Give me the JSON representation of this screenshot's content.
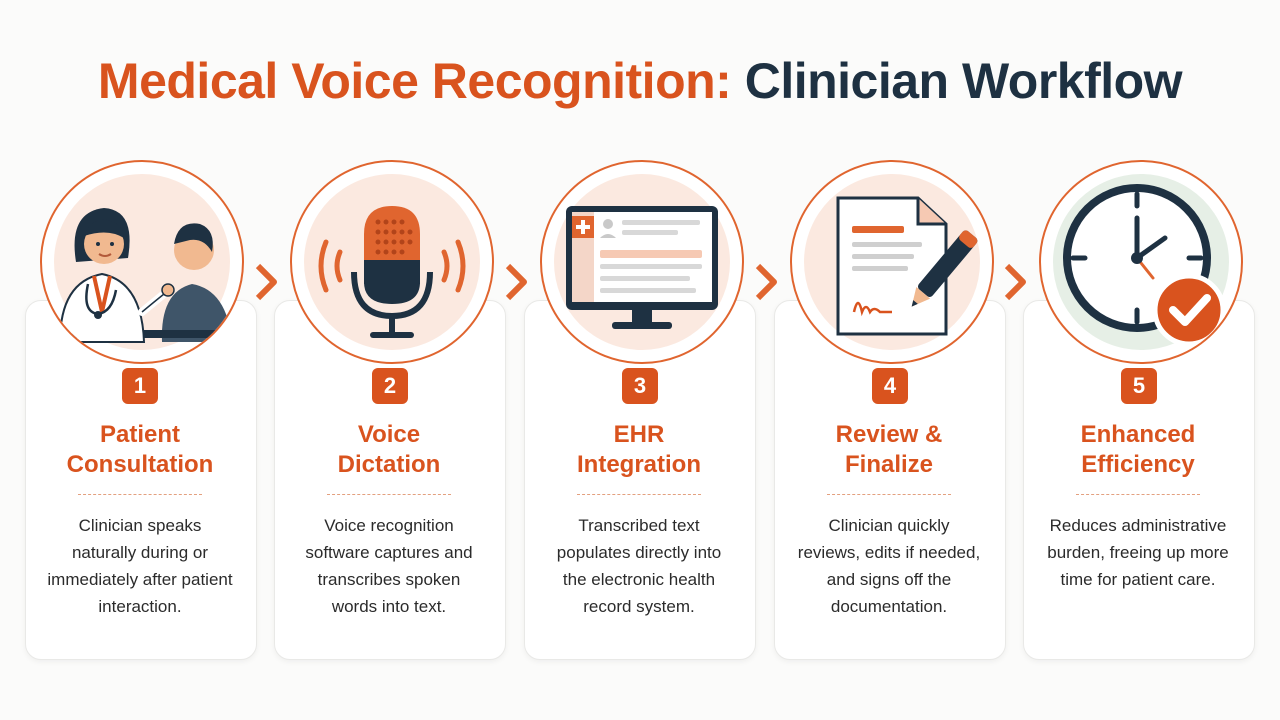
{
  "title": {
    "part1": "Medical Voice Recognition:",
    "part2": "Clinician Workflow"
  },
  "colors": {
    "accent": "#d9531e",
    "dark": "#1e3142",
    "light_accent": "#fbe9e0"
  },
  "steps": [
    {
      "number": "1",
      "title_lines": [
        "Patient",
        "Consultation"
      ],
      "icon": "doctor-patient-icon",
      "desc_lines": [
        "Clinician speaks",
        "naturally during or",
        "immediately after patient",
        "interaction."
      ]
    },
    {
      "number": "2",
      "title_lines": [
        "Voice",
        "Dictation"
      ],
      "icon": "microphone-icon",
      "desc_lines": [
        "Voice recognition",
        "software captures and",
        "transcribes spoken",
        "words into text."
      ]
    },
    {
      "number": "3",
      "title_lines": [
        "EHR",
        "Integration"
      ],
      "icon": "ehr-monitor-icon",
      "desc_lines": [
        "Transcribed text",
        "populates directly into",
        "the electronic health",
        "record system."
      ]
    },
    {
      "number": "4",
      "title_lines": [
        "Review &",
        "Finalize"
      ],
      "icon": "document-signature-icon",
      "desc_lines": [
        "Clinician quickly",
        "reviews, edits if needed,",
        "and signs off the",
        "documentation."
      ]
    },
    {
      "number": "5",
      "title_lines": [
        "Enhanced",
        "Efficiency"
      ],
      "icon": "clock-check-icon",
      "desc_lines": [
        "Reduces administrative",
        "burden, freeing up more",
        "time for patient care."
      ]
    }
  ]
}
